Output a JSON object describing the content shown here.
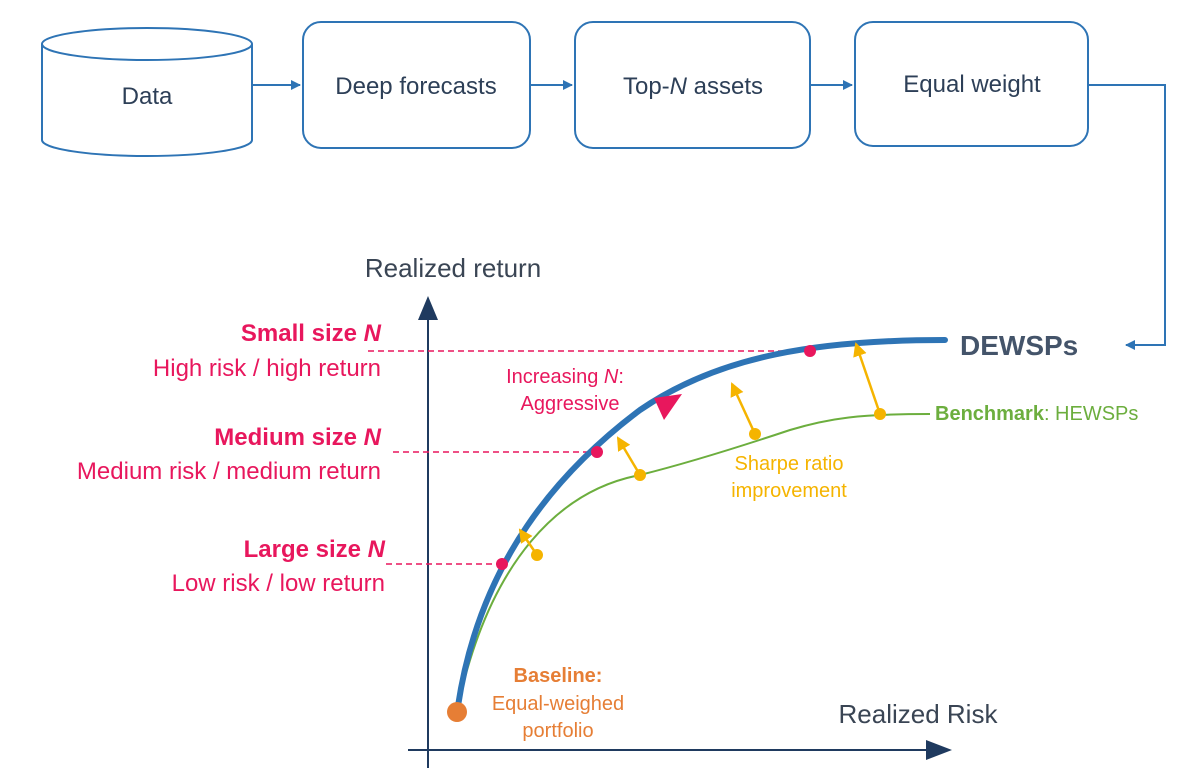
{
  "pipeline": {
    "data": "Data",
    "deep_forecasts": "Deep forecasts",
    "top_n_prefix": "Top-",
    "top_n_italic": "N",
    "top_n_suffix": " assets",
    "equal_weight": "Equal weight"
  },
  "axes": {
    "y_label": "Realized return",
    "x_label": "Realized Risk"
  },
  "levels": {
    "small": {
      "title_prefix": "Small size ",
      "title_n": "N",
      "desc": "High risk / high return"
    },
    "medium": {
      "title_prefix": "Medium size ",
      "title_n": "N",
      "desc": "Medium risk / medium return"
    },
    "large": {
      "title_prefix": "Large size ",
      "title_n": "N",
      "desc": "Low risk / low return"
    }
  },
  "curves": {
    "dewsps": "DEWSPs",
    "benchmark_bold": "Benchmark",
    "benchmark_rest": ": HEWSPs"
  },
  "annotations": {
    "increasing_prefix": "Increasing ",
    "increasing_n": "N",
    "increasing_colon": ":",
    "aggressive": "Aggressive",
    "sharpe_line1": "Sharpe ratio",
    "sharpe_line2": "improvement",
    "baseline_title": "Baseline:",
    "baseline_line1": "Equal-weighed",
    "baseline_line2": "portfolio"
  },
  "colors": {
    "node_border": "#2e74b5",
    "dewsps_curve": "#2e74b5",
    "benchmark_curve": "#6cae3e",
    "level_markers": "#e8175d",
    "sharpe_arrows": "#f5b400",
    "baseline": "#e67e35",
    "axis": "#1f3a5f"
  }
}
